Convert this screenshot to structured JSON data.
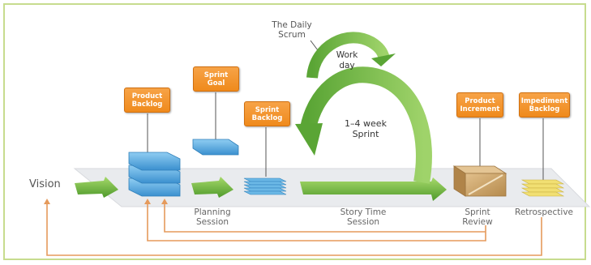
{
  "labels": {
    "product_backlog": "Product\nBacklog",
    "sprint_goal": "Sprint\nGoal",
    "sprint_backlog": "Sprint\nBacklog",
    "product_increment": "Product\nIncrement",
    "impediment_backlog": "Impediment\nBacklog"
  },
  "captions": {
    "daily_scrum": "The Daily\nScrum",
    "work_day": "Work\nday",
    "sprint_length": "1–4 week\nSprint",
    "vision": "Vision",
    "planning_session": "Planning\nSession",
    "story_time_session": "Story Time\nSession",
    "sprint_review": "Sprint\nReview",
    "retrospective": "Retrospective"
  },
  "colors": {
    "orange_box": "#f29426",
    "feedback_line": "#e59a5c",
    "arrow_green": "#6cb33e",
    "platform": "#e9ebee",
    "blue_stack": "#4aa3dd",
    "yellow_stack": "#f1df72",
    "box_tan": "#c9a267",
    "frame": "#c7dc8e"
  }
}
